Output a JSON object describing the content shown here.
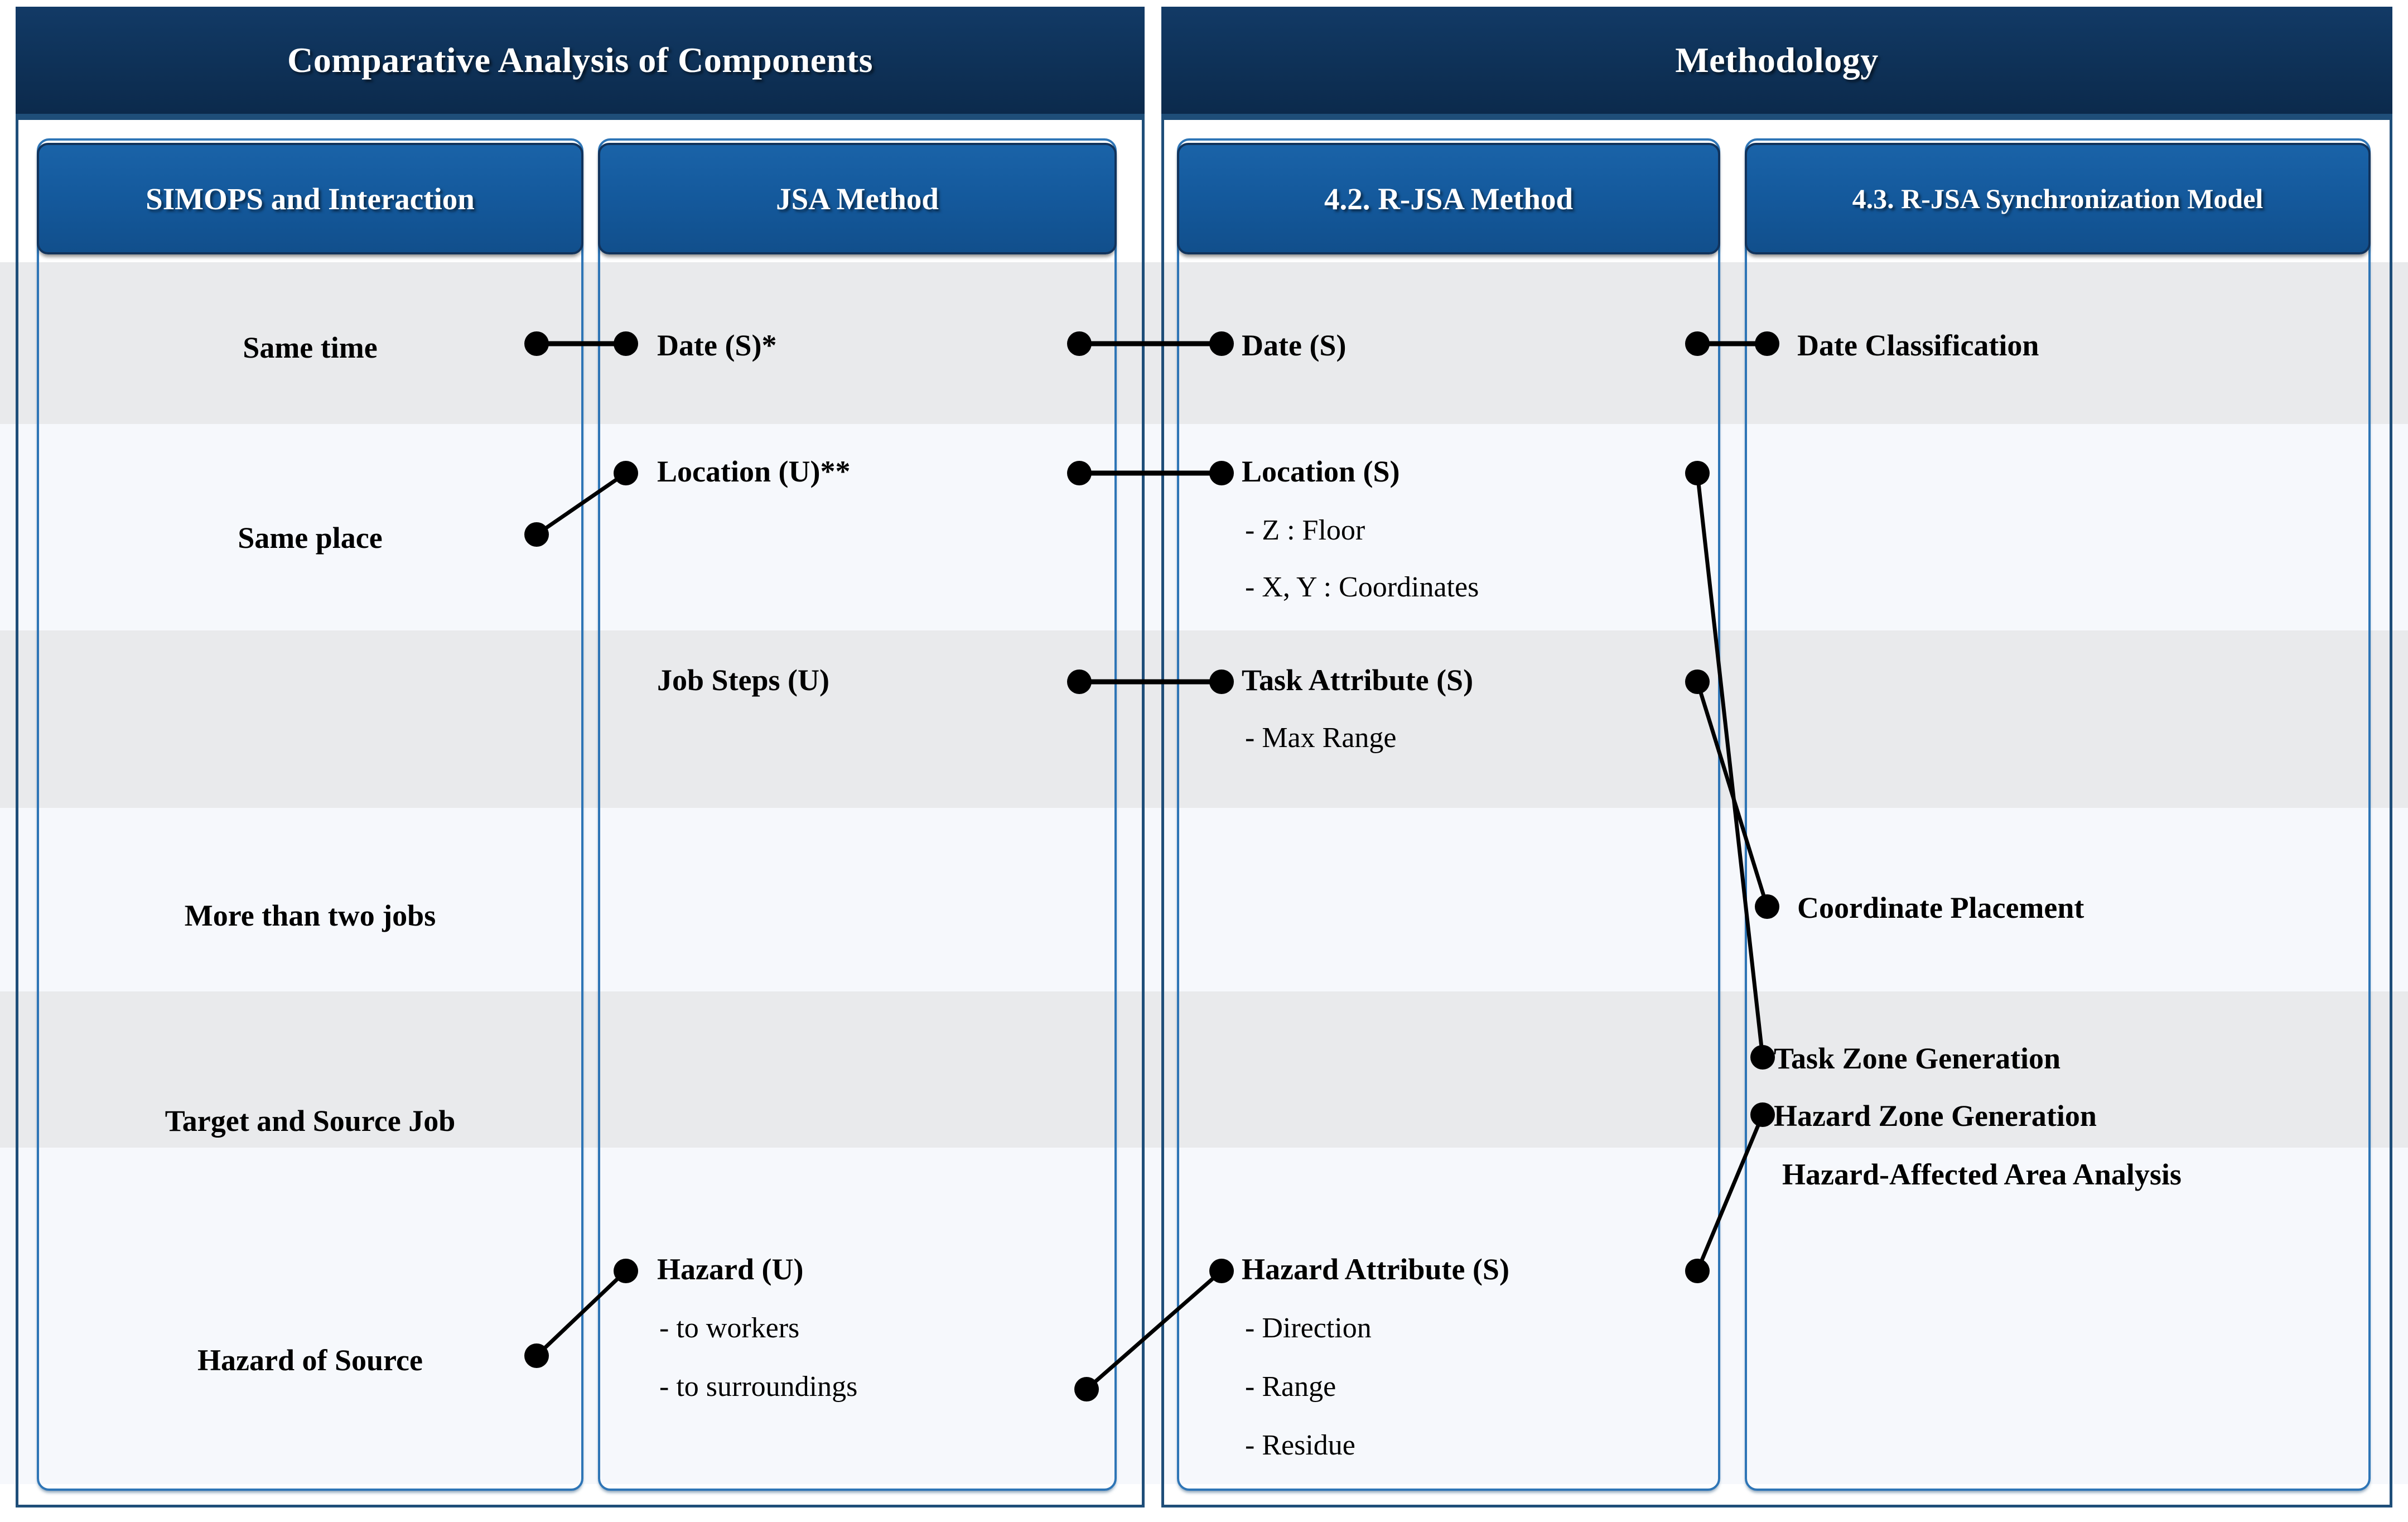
{
  "groups": [
    {
      "id": "comparative",
      "title": "Comparative Analysis of Components"
    },
    {
      "id": "methodology",
      "title": "Methodology"
    }
  ],
  "columns": [
    {
      "id": "simops",
      "header": "SIMOPS and Interaction"
    },
    {
      "id": "jsa",
      "header": "JSA Method"
    },
    {
      "id": "rjsa",
      "header": "4.2. R-JSA Method"
    },
    {
      "id": "syncmod",
      "header": "4.3. R-JSA Synchronization Model"
    }
  ],
  "rows": [
    {
      "id": "r1",
      "simops": "Same time"
    },
    {
      "id": "r2",
      "simops": "Same place"
    },
    {
      "id": "r3",
      "simops": ""
    },
    {
      "id": "r4",
      "simops": "More than two jobs"
    },
    {
      "id": "r5",
      "simops": "Target and Source Job"
    },
    {
      "id": "r6",
      "simops": "Hazard of Source"
    }
  ],
  "jsa_items": [
    {
      "id": "jsa-date",
      "label": "Date (S)*",
      "subs": []
    },
    {
      "id": "jsa-location",
      "label": "Location (U)**",
      "subs": []
    },
    {
      "id": "jsa-jobsteps",
      "label": "Job Steps (U)",
      "subs": []
    },
    {
      "id": "jsa-hazard",
      "label": "Hazard (U)",
      "subs": [
        "-  to workers",
        "-  to surroundings"
      ]
    }
  ],
  "rjsa_items": [
    {
      "id": "rjsa-date",
      "label": "Date (S)",
      "subs": []
    },
    {
      "id": "rjsa-location",
      "label": "Location (S)",
      "subs": [
        "-  Z : Floor",
        "-  X, Y : Coordinates"
      ]
    },
    {
      "id": "rjsa-task",
      "label": "Task Attribute (S)",
      "subs": [
        "-  Max Range"
      ]
    },
    {
      "id": "rjsa-hazard",
      "label": "Hazard Attribute (S)",
      "subs": [
        "-  Direction",
        "-  Range",
        "-  Residue"
      ]
    }
  ],
  "sync_items": [
    {
      "id": "sync-date",
      "label": "Date Classification"
    },
    {
      "id": "sync-coord",
      "label": "Coordinate Placement"
    },
    {
      "id": "sync-taskzone",
      "label": "Task Zone Generation"
    },
    {
      "id": "sync-hazzone",
      "label": "Hazard Zone Generation"
    },
    {
      "id": "sync-hazarea",
      "label": "Hazard-Affected Area Analysis"
    }
  ],
  "colors": {
    "group_header_bg": "#0e3157",
    "column_header_bg": "#14599c",
    "panel_border": "#2e75b6",
    "group_border": "#1f4e79",
    "stripe_gray": "#e9eaec",
    "stripe_light": "#f6f8fc",
    "connector": "#000000",
    "text": "#000000"
  }
}
